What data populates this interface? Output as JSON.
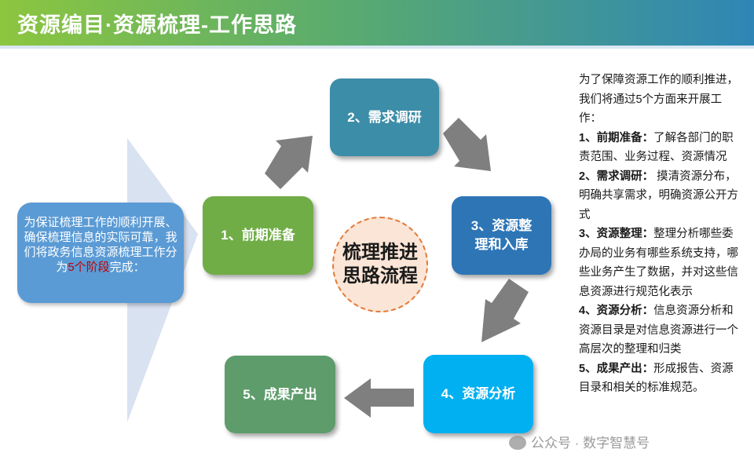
{
  "header": {
    "title": "资源编目·资源梳理-工作思路"
  },
  "intro": {
    "text_before": "为保证梳理工作的顺利开展、确保梳理信息的实际可靠，我们将政务信息资源梳理工作分为",
    "highlight": "5个阶段",
    "text_after": "完成："
  },
  "steps": [
    {
      "label": "1、前期准备"
    },
    {
      "label": "2、需求调研"
    },
    {
      "label": "3、资源整理和入库"
    },
    {
      "label": "4、资源分析"
    },
    {
      "label": "5、成果产出"
    }
  ],
  "center": {
    "line1": "梳理推进",
    "line2": "思路流程"
  },
  "description": {
    "intro": "为了保障资源工作的顺利推进，我们将通过5个方面来开展工作：",
    "items": [
      {
        "title": "1、前期准备：",
        "text": "了解各部门的职责范围、业务过程、资源情况"
      },
      {
        "title": "2、需求调研：",
        "text": " 摸清资源分布，明确共享需求，明确资源公开方式"
      },
      {
        "title": "3、资源整理：",
        "text": "整理分析哪些委办局的业务有哪些系统支持，哪些业务产生了数据，并对这些信息资源进行规范化表示"
      },
      {
        "title": "4、资源分析：",
        "text": "信息资源分析和资源目录是对信息资源进行一个高层次的整理和归类"
      },
      {
        "title": "5、成果产出：",
        "text": "形成报告、资源目录和相关的标准规范。"
      }
    ]
  },
  "watermark": {
    "text": "公众号 · 数字智慧号"
  },
  "colors": {
    "step1": "#70ad47",
    "step2": "#3c8da8",
    "step3": "#2e75b6",
    "step4": "#00b0f0",
    "step5": "#5e9c6b",
    "arrow": "#7f7f7f",
    "intro_bg": "#5b9bd5",
    "chevron": "#d9e2f1"
  }
}
